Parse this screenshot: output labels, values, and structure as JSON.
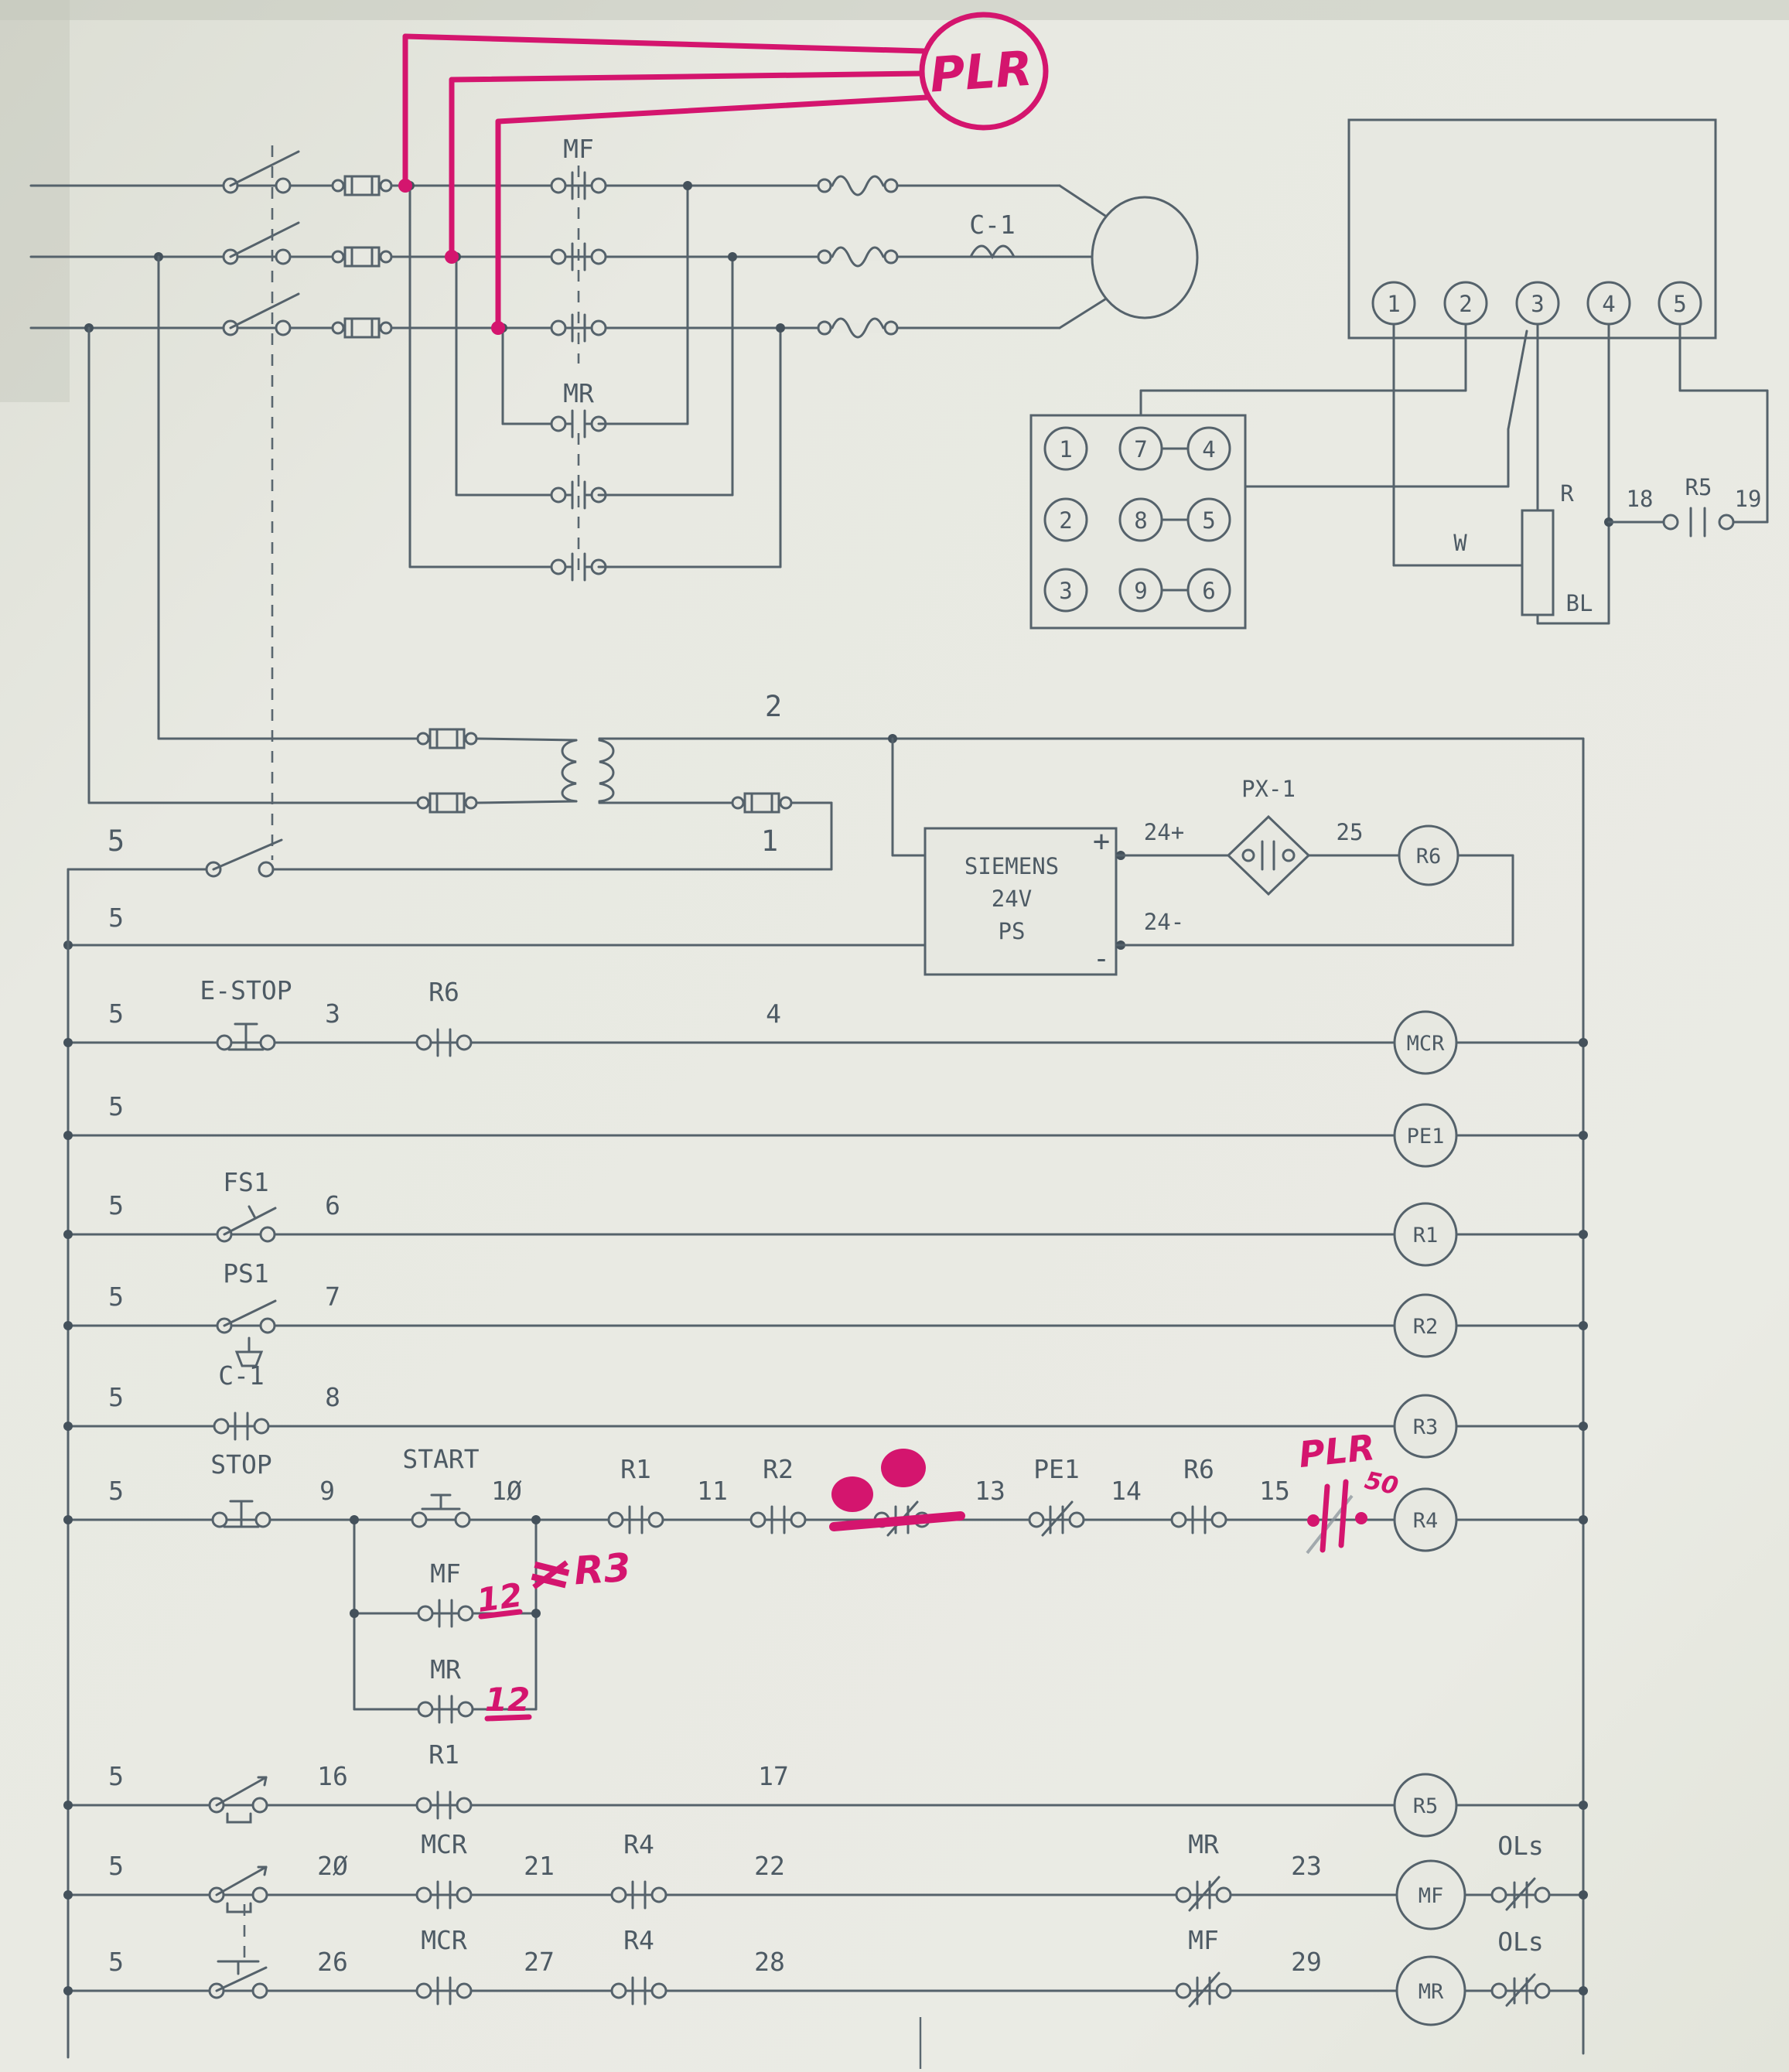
{
  "colors": {
    "ink": "#55626b",
    "annotation_red": "#d4156e",
    "paper": "#e7e8e1"
  },
  "schematic": {
    "power": {
      "mf": "MF",
      "mr": "MR",
      "c1": "C-1"
    },
    "plr": {
      "name": "PLR"
    },
    "terminal_box": {
      "t1": "1",
      "t2": "2",
      "t3": "3",
      "t4": "4",
      "t5": "5"
    },
    "grid": {
      "c1": "1",
      "c2": "2",
      "c3": "3",
      "c4": "4",
      "c5": "5",
      "c6": "6",
      "c7": "7",
      "c8": "8",
      "c9": "9"
    },
    "pot": {
      "r": "R",
      "w": "W",
      "bl": "BL"
    },
    "r5line": {
      "n18": "18",
      "r5": "R5",
      "n19": "19"
    },
    "xfmr": {
      "w2": "2",
      "w1": "1",
      "w5": "5"
    },
    "ps": {
      "brand": "SIEMENS",
      "volt": "24V",
      "ps": "PS",
      "plus": "+",
      "minus": "-",
      "outp": "24+",
      "outn": "24-",
      "px1": "PX-1",
      "n25": "25",
      "r6": "R6"
    },
    "rungs": {
      "mcr": {
        "w5": "5",
        "estop": "E-STOP",
        "w3": "3",
        "r6": "R6",
        "w4": "4",
        "coil": "MCR"
      },
      "pe1": {
        "w5": "5",
        "coil": "PE1"
      },
      "r1": {
        "w5": "5",
        "fs1": "FS1",
        "w6": "6",
        "coil": "R1"
      },
      "r2": {
        "w5": "5",
        "ps1": "PS1",
        "w7": "7",
        "coil": "R2"
      },
      "r3": {
        "w5": "5",
        "c1": "C-1",
        "w8": "8",
        "coil": "R3"
      },
      "r4": {
        "w5": "5",
        "stop": "STOP",
        "w9": "9",
        "start": "START",
        "w10": "1Ø",
        "r1": "R1",
        "w11": "11",
        "r2": "R2",
        "w13": "13",
        "pe1": "PE1",
        "w14": "14",
        "r6": "R6",
        "w15": "15",
        "coil": "R4",
        "mf": "MF",
        "mr": "MR",
        "red_plr": "PLR",
        "red_50": "50",
        "red_12a": "12",
        "red_12b": "12",
        "red_neq": "≠",
        "red_r3": "R3"
      },
      "r5": {
        "w5": "5",
        "w16": "16",
        "r1": "R1",
        "w17": "17",
        "coil": "R5"
      },
      "mf": {
        "w5": "5",
        "w20": "2Ø",
        "mcr": "MCR",
        "w21": "21",
        "r4": "R4",
        "w22": "22",
        "mr": "MR",
        "w23": "23",
        "coil": "MF",
        "ols": "OLs"
      },
      "mr": {
        "w5": "5",
        "w26": "26",
        "mcr": "MCR",
        "w27": "27",
        "r4": "R4",
        "w28": "28",
        "mf": "MF",
        "w29": "29",
        "coil": "MR",
        "ols": "OLs"
      }
    }
  }
}
